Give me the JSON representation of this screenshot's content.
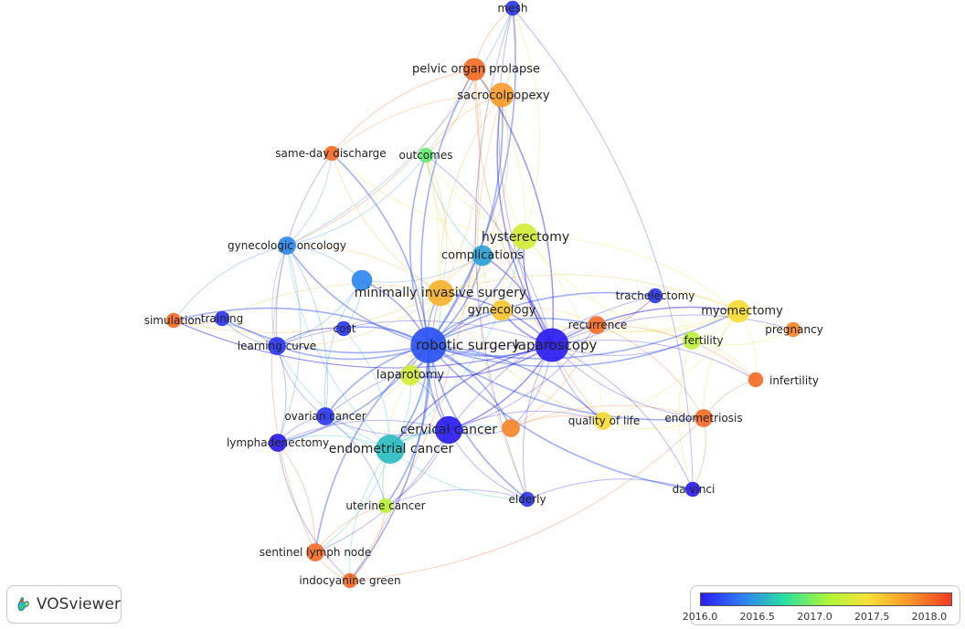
{
  "diagram": {
    "type": "network",
    "colors": {
      "scale": [
        "#2b1cf0",
        "#2f7ff6",
        "#28e0a0",
        "#a8f53a",
        "#f6e236",
        "#f7962b",
        "#f23b22"
      ]
    },
    "nodes": [
      {
        "id": "mesh",
        "label": "mesh",
        "year": 2016.1,
        "weight": 1
      },
      {
        "id": "pop",
        "label": "pelvic organ prolapse",
        "year": 2018.0,
        "weight": 4
      },
      {
        "id": "sacro",
        "label": "sacrocolpopexy",
        "year": 2017.8,
        "weight": 5
      },
      {
        "id": "sameday",
        "label": "same-day discharge",
        "year": 2018.0,
        "weight": 1
      },
      {
        "id": "outcomes",
        "label": "outcomes",
        "year": 2016.9,
        "weight": 1
      },
      {
        "id": "hyst",
        "label": "hysterectomy",
        "year": 2017.3,
        "weight": 6
      },
      {
        "id": "gynonc",
        "label": "gynecologic oncology",
        "year": 2016.4,
        "weight": 2
      },
      {
        "id": "compl",
        "label": "complications",
        "year": 2016.5,
        "weight": 3
      },
      {
        "id": "anon",
        "label": "",
        "year": 2016.4,
        "weight": 3
      },
      {
        "id": "mis",
        "label": "minimally invasive surgery",
        "year": 2017.7,
        "weight": 6
      },
      {
        "id": "trach",
        "label": "trachelectomy",
        "year": 2016.1,
        "weight": 1
      },
      {
        "id": "myo",
        "label": "myomectomy",
        "year": 2017.5,
        "weight": 4
      },
      {
        "id": "gyn",
        "label": "gynecology",
        "year": 2017.6,
        "weight": 3
      },
      {
        "id": "recur",
        "label": "recurrence",
        "year": 2018.0,
        "weight": 2
      },
      {
        "id": "preg",
        "label": "pregnancy",
        "year": 2017.9,
        "weight": 1
      },
      {
        "id": "sim",
        "label": "simulation",
        "year": 2018.0,
        "weight": 1
      },
      {
        "id": "training",
        "label": "training",
        "year": 2016.1,
        "weight": 1
      },
      {
        "id": "cost",
        "label": "cost",
        "year": 2016.1,
        "weight": 1
      },
      {
        "id": "rs",
        "label": "robotic surgery",
        "year": 2016.2,
        "weight": 14
      },
      {
        "id": "lap",
        "label": "laparoscopy",
        "year": 2016.0,
        "weight": 12
      },
      {
        "id": "fert",
        "label": "fertility",
        "year": 2017.2,
        "weight": 2
      },
      {
        "id": "lc",
        "label": "learning curve",
        "year": 2016.1,
        "weight": 2
      },
      {
        "id": "infert",
        "label": "infertility",
        "year": 2018.0,
        "weight": 1
      },
      {
        "id": "laparo",
        "label": "laparotomy",
        "year": 2017.3,
        "weight": 3
      },
      {
        "id": "ov",
        "label": "ovarian cancer",
        "year": 2016.1,
        "weight": 2
      },
      {
        "id": "endo",
        "label": "endometriosis",
        "year": 2018.0,
        "weight": 2
      },
      {
        "id": "cc",
        "label": "cervical cancer",
        "year": 2016.0,
        "weight": 7
      },
      {
        "id": "qol",
        "label": "quality of life",
        "year": 2017.5,
        "weight": 2
      },
      {
        "id": "orange",
        "label": "",
        "year": 2017.9,
        "weight": 2
      },
      {
        "id": "lymph",
        "label": "lymphadenectomy",
        "year": 2016.0,
        "weight": 2
      },
      {
        "id": "ec",
        "label": "endometrial cancer",
        "year": 2016.6,
        "weight": 8
      },
      {
        "id": "davinci",
        "label": "da vinci",
        "year": 2016.0,
        "weight": 1
      },
      {
        "id": "elderly",
        "label": "elderly",
        "year": 2016.1,
        "weight": 1
      },
      {
        "id": "uc",
        "label": "uterine cancer",
        "year": 2017.2,
        "weight": 1
      },
      {
        "id": "sln",
        "label": "sentinel lymph node",
        "year": 2018.0,
        "weight": 2
      },
      {
        "id": "icg",
        "label": "indocyanine green",
        "year": 2018.0,
        "weight": 1
      }
    ]
  },
  "logo": {
    "text": "VOSviewer",
    "icon": "vosviewer-logo-icon"
  },
  "legend": {
    "min": 2016.0,
    "max": 2018.2,
    "ticks": [
      "2016.0",
      "2016.5",
      "2017.0",
      "2017.5",
      "2018.0"
    ]
  }
}
